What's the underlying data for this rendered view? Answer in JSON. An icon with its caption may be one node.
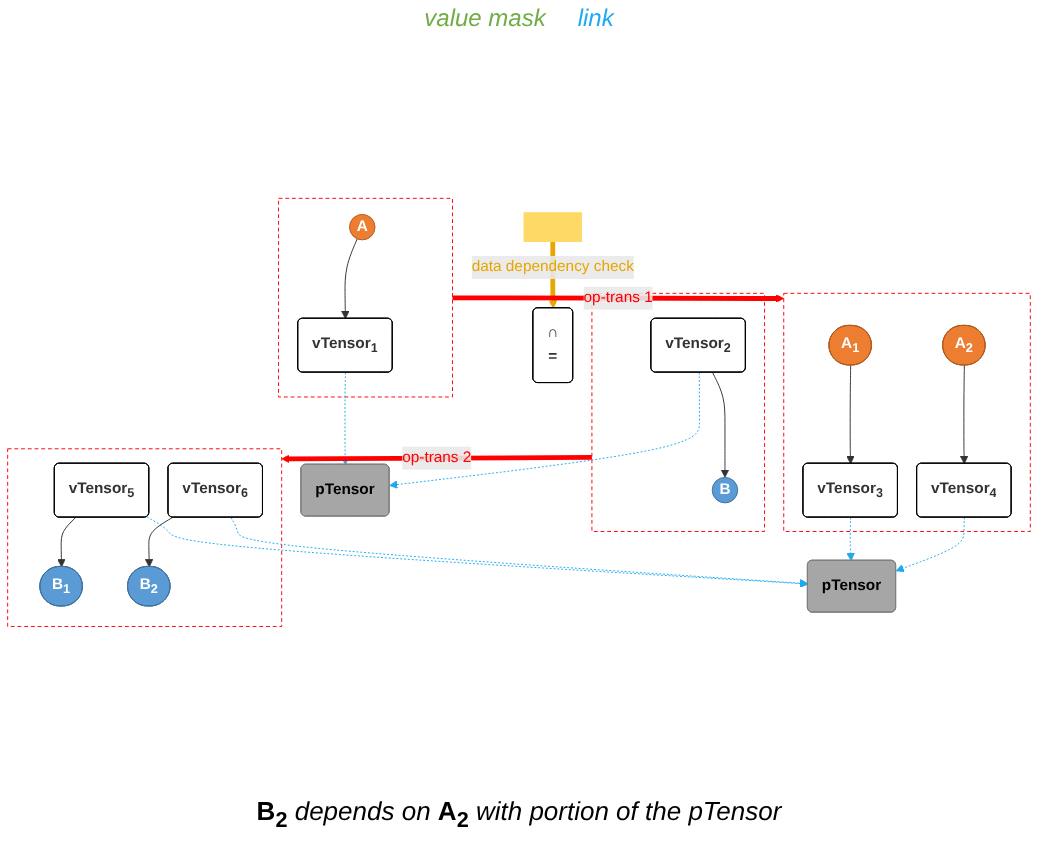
{
  "diagram": {
    "caption": "**B$_{2}$** *depends on* **A$_{2}$** *with portion of the pTensor*",
    "nodes": [
      {
        "text": [
          "pTensor"
        ]
      },
      {
        "text": [],
        "shape": "box"
      },
      {
        "text": [
          "A"
        ],
        "in": 1
      },
      {
        "text": [
          "vTensor$_{1}$"
        ],
        "in": 1
      },
      {
        "text": [],
        "shape": "box"
      },
      {
        "text": [
          "vTensor$_{2}$"
        ],
        "in": 4
      },
      {
        "text": [
          "B"
        ],
        "in": 4
      },
      {
        "text": [
          "pTensor"
        ]
      },
      {
        "text": [],
        "shape": "box"
      },
      {
        "text": [
          "A$_{1}$"
        ],
        "in": 8
      },
      {
        "text": [
          "vTensor$_{3}$"
        ],
        "in": 8
      },
      {
        "text": [
          "A$_{2}$"
        ],
        "in": 8
      },
      {
        "text": [
          "vTensor$_{4}$"
        ],
        "in": 8
      },
      {
        "text": [],
        "shape": "box"
      },
      {
        "text": [
          "vTensor$_{5}$"
        ],
        "in": 13
      },
      {
        "text": [
          "B$_{1}$"
        ],
        "in": 13
      },
      {
        "text": [
          "vTensor$_{6}$"
        ],
        "in": 13
      },
      {
        "text": [
          "B$_{2}$"
        ],
        "in": 13
      },
      {
        "text": [],
        "shape": "bar"
      },
      {
        "text": [
          "∩",
          "="
        ]
      }
    ],
    "edges": [
      {
        "from": 2,
        "to": 3,
        "arrow": "to"
      },
      {
        "from": 3,
        "to": 0,
        "arrow": "to",
        "style": "dashed",
        "color": "#1eaaf0"
      },
      {
        "from": 5,
        "to": 0,
        "arrow": "to",
        "style": "dashed",
        "color": "#1eaaf0"
      },
      {
        "from": 5,
        "to": 6,
        "arrow": "to"
      },
      {
        "from": 1,
        "to": 8,
        "arrow": "to",
        "label": "op-trans 1",
        "style": "thick",
        "color": "#ff0000"
      },
      {
        "from": 4,
        "to": 13,
        "arrow": "to",
        "label": "op-trans 2",
        "style": "thick",
        "color": "#ff0000"
      },
      {
        "from": 9,
        "to": 10,
        "arrow": "to"
      },
      {
        "from": 11,
        "to": 12,
        "arrow": "to"
      },
      {
        "from": 10,
        "to": 7,
        "arrow": "to",
        "style": "dashed",
        "color": "#1eaaf0"
      },
      {
        "from": 12,
        "to": 7,
        "arrow": "to",
        "style": "dashed",
        "color": "#1eaaf0"
      },
      {
        "from": 14,
        "to": 7,
        "arrow": "to",
        "style": "dashed",
        "color": "#1eaaf0"
      },
      {
        "from": 16,
        "to": 7,
        "arrow": "to",
        "style": "dashed",
        "color": "#1eaaf0"
      },
      {
        "from": 14,
        "to": 15,
        "arrow": "to"
      },
      {
        "from": 16,
        "to": 17,
        "arrow": "to"
      },
      {
        "from": 18,
        "to": 19,
        "arrow": "to",
        "label": "data dependency check",
        "style": "thick",
        "color": "#e6a700"
      }
    ],
    "labels": [
      "value mask",
      "link"
    ]
  }
}
